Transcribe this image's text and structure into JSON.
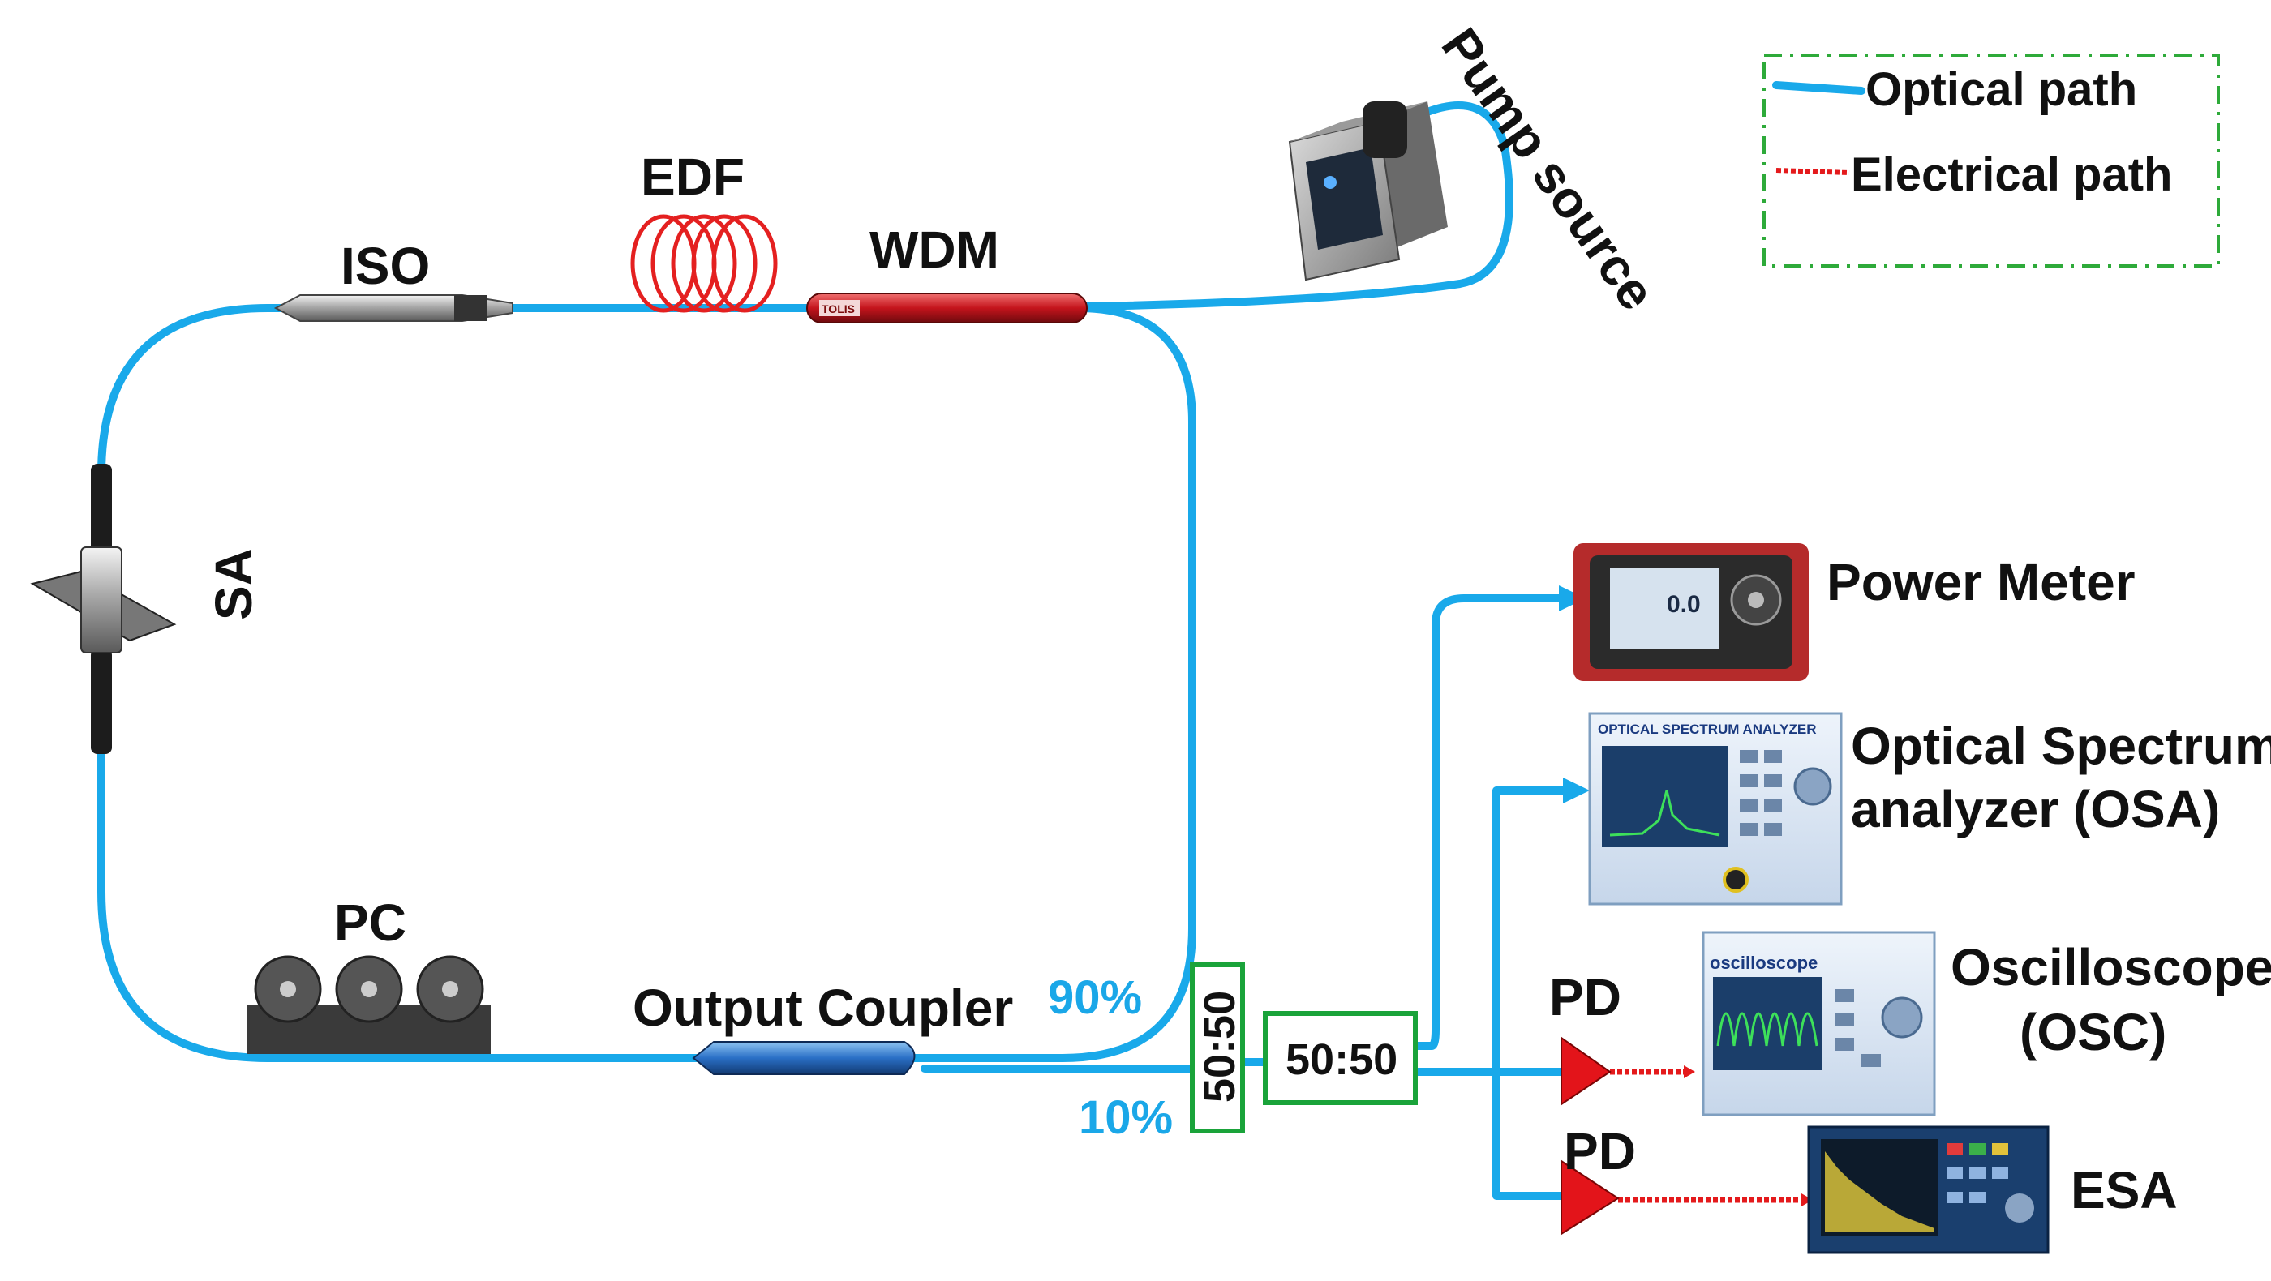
{
  "colors": {
    "optical": "#19a9ea",
    "electrical": "#e41a1c",
    "coupler_box": "#1aa33a",
    "legend_border": "#2eaa3a",
    "pd": "#e3141a",
    "edf": "#e42020",
    "wdm": "#c4141c",
    "output_coupler": "#2a6fc6"
  },
  "labels": {
    "iso": "ISO",
    "edf": "EDF",
    "wdm": "WDM",
    "pump": "Pump source",
    "sa": "SA",
    "pc": "PC",
    "output_coupler": "Output Coupler",
    "pct_90": "90%",
    "pct_10": "10%",
    "coupler_1": "50:50",
    "coupler_2": "50:50",
    "pd_1": "PD",
    "pd_2": "PD",
    "power_meter": "Power Meter",
    "osa_line1": "Optical Spectrum",
    "osa_line2": "analyzer (OSA)",
    "osc_line1": "Oscilloscope",
    "osc_line2": "(OSC)",
    "esa": "ESA"
  },
  "legend": {
    "optical": "Optical path",
    "electrical": "Electrical path"
  },
  "device_screens": {
    "osa_title": "OPTICAL SPECTRUM ANALYZER",
    "osc_title": "oscilloscope",
    "power_meter_reading": "0.0",
    "wdm_tag": "TOLIS"
  }
}
